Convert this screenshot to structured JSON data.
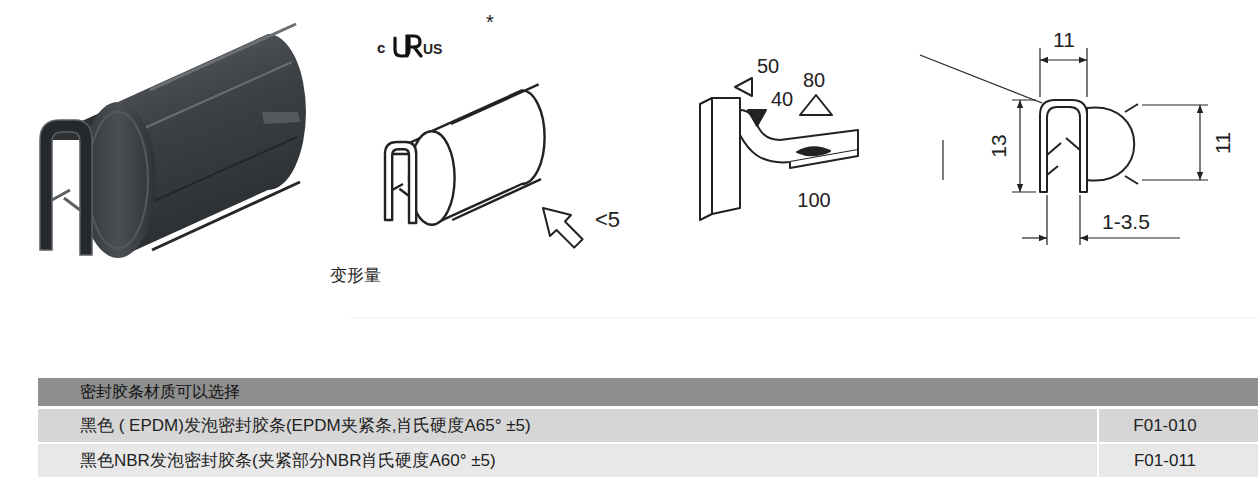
{
  "diagram": {
    "labels": [
      "c",
      "US",
      "*",
      "<5",
      "变形量",
      "50",
      "40",
      "80",
      "100",
      "11",
      "13",
      "11",
      "1-3.5",
      "密封胶条材质可以选择",
      "黑色 ( EPDM)发泡密封胶条(EPDM夹紧条,肖氏硬度A65°  ±5)",
      "F01-010",
      "黑色NBR发泡密封胶条(夹紧部分NBR肖氏硬度A60°  ±5)",
      "F01-011"
    ]
  }
}
